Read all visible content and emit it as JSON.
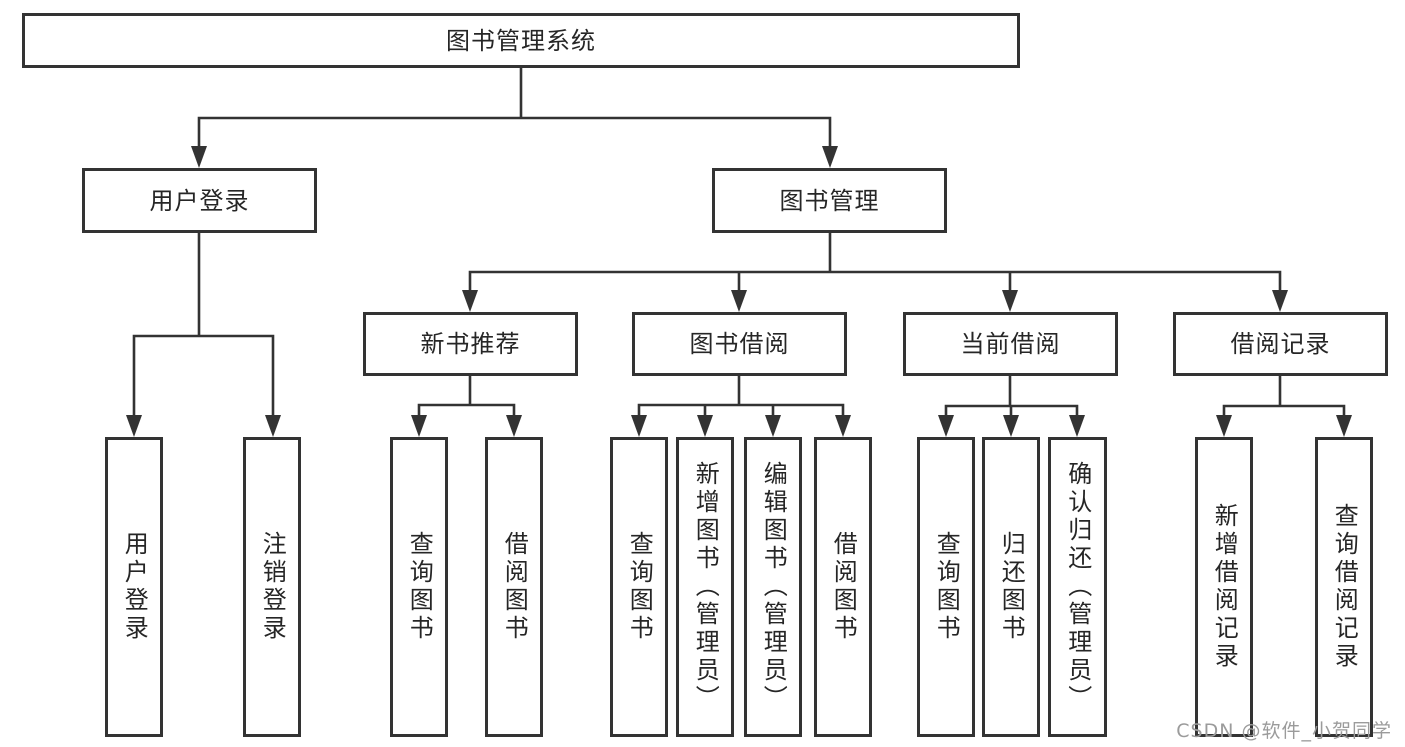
{
  "diagram": {
    "title_hint": "library management system feature tree",
    "root": {
      "label": "图书管理系统"
    },
    "branches": [
      {
        "label": "用户登录",
        "children": [
          {
            "label": "用户登录"
          },
          {
            "label": "注销登录"
          }
        ]
      },
      {
        "label": "图书管理",
        "children": [
          {
            "label": "新书推荐",
            "children": [
              {
                "label": "查询图书"
              },
              {
                "label": "借阅图书"
              }
            ]
          },
          {
            "label": "图书借阅",
            "children": [
              {
                "label": "查询图书"
              },
              {
                "label": "新增图书（管理员）"
              },
              {
                "label": "编辑图书（管理员）"
              },
              {
                "label": "借阅图书"
              }
            ]
          },
          {
            "label": "当前借阅",
            "children": [
              {
                "label": "查询图书"
              },
              {
                "label": "归还图书"
              },
              {
                "label": "确认归还（管理员）"
              }
            ]
          },
          {
            "label": "借阅记录",
            "children": [
              {
                "label": "新增借阅记录"
              },
              {
                "label": "查询借阅记录"
              }
            ]
          }
        ]
      }
    ]
  },
  "watermark": {
    "text": "CSDN @软件_小贺同学"
  },
  "colors": {
    "line": "#333333",
    "box_border": "#333333",
    "text": "#262626",
    "background": "#ffffff",
    "watermark": "#9b9b9b"
  }
}
